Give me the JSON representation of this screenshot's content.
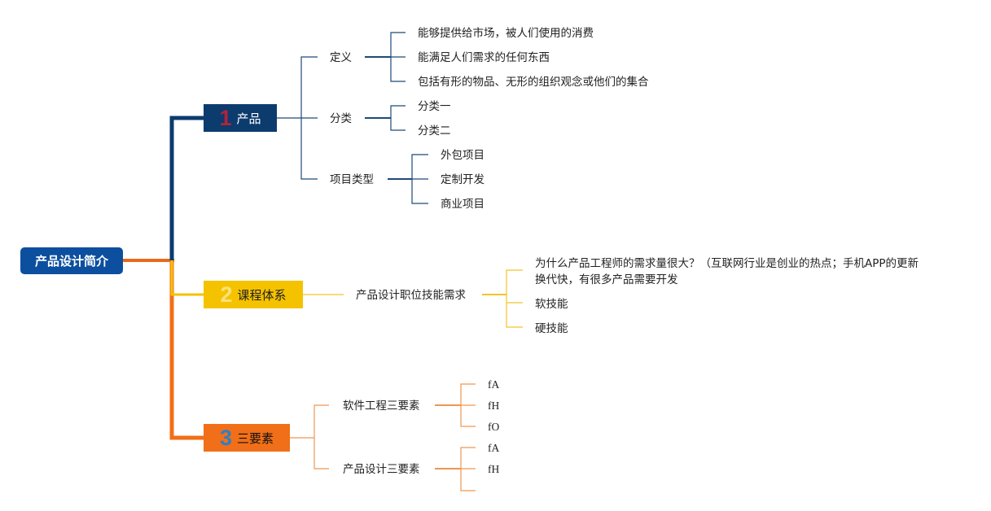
{
  "root": {
    "label": "产品设计简介"
  },
  "topics": [
    {
      "number": "1",
      "label": "产品",
      "color": "#0c3b6e",
      "children": [
        {
          "label": "定义",
          "items": [
            "能够提供给市场，被人们使用的消费",
            "能满足人们需求的任何东西",
            "包括有形的物品、无形的组织观念或他们的集合"
          ]
        },
        {
          "label": "分类",
          "items": [
            "分类一",
            "分类二"
          ]
        },
        {
          "label": "项目类型",
          "items": [
            "外包项目",
            "定制开发",
            "商业项目"
          ]
        }
      ]
    },
    {
      "number": "2",
      "label": "课程体系",
      "color": "#f5c200",
      "children": [
        {
          "label": "产品设计职位技能需求",
          "items": [
            "为什么产品工程师的需求量很大？（互联网行业是创业的热点；手机APP的更新",
            "换代快，有很多产品需要开发",
            "软技能",
            "硬技能"
          ]
        }
      ]
    },
    {
      "number": "3",
      "label": "三要素",
      "color": "#f16f18",
      "children": [
        {
          "label": "软件工程三要素",
          "items": [
            "fA",
            "fH",
            "fO"
          ]
        },
        {
          "label": "产品设计三要素",
          "items": [
            "fA",
            "fH",
            ""
          ]
        }
      ]
    }
  ]
}
